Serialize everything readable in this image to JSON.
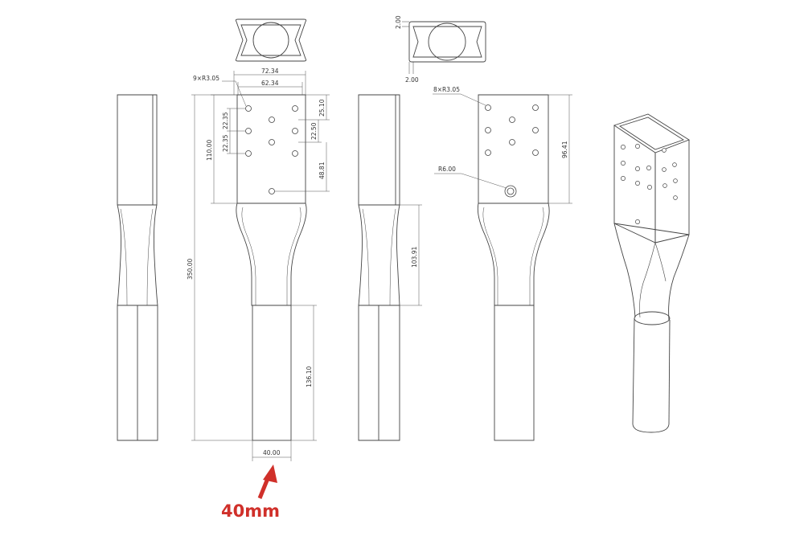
{
  "dimensions": {
    "top_height": "2.00",
    "top_width": "2.00",
    "holes_front": "9×R3.05",
    "holes_side": "8×R3.05",
    "width_outer": "72.34",
    "width_inner": "62.34",
    "pitch_v1": "22.35",
    "pitch_v2": "22.35",
    "top_offset": "25.10",
    "pitch_h": "22.50",
    "plate_height": "110.00",
    "hole_spread": "48.81",
    "overall_height": "350.00",
    "tube_height": "136.10",
    "tube_width": "40.00",
    "side_plate_height": "96.41",
    "pin_hole": "R6.00",
    "taper_height": "103.91"
  },
  "callout": {
    "text": "40mm",
    "color": "#d0302a"
  }
}
